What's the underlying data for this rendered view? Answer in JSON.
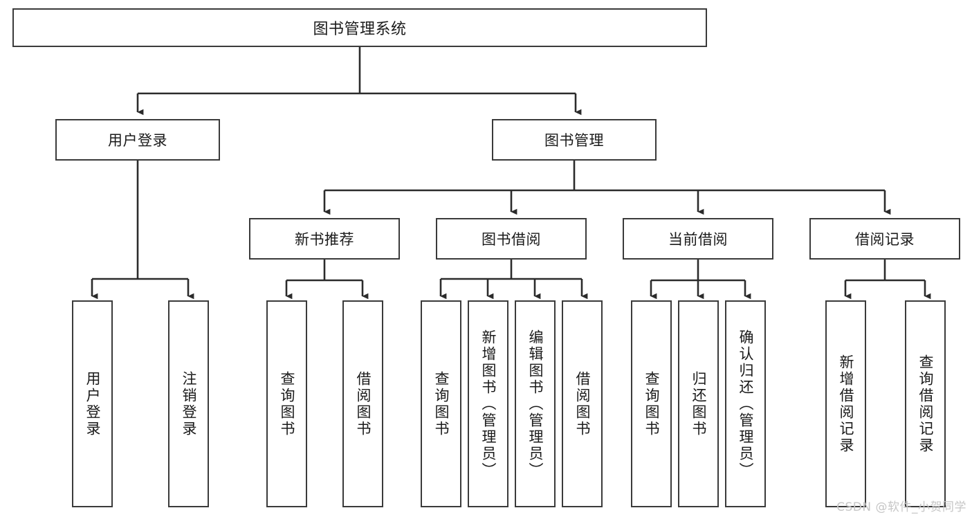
{
  "diagram": {
    "title": "图书管理系统",
    "type": "tree",
    "watermark": "CSDN @软件_小贺同学",
    "colors": {
      "box_border": "#3a3a3a",
      "box_fill": "#ffffff",
      "connector": "#2b2b2b",
      "text": "#1a1a1a",
      "watermark": "#c6c6c6"
    },
    "levels": {
      "level0": [
        {
          "id": "root",
          "label": "图书管理系统",
          "orientation": "horizontal"
        }
      ],
      "level1": [
        {
          "id": "user-login",
          "label": "用户登录",
          "orientation": "horizontal"
        },
        {
          "id": "book-manage",
          "label": "图书管理",
          "orientation": "horizontal"
        }
      ],
      "level2": [
        {
          "id": "new-book-rec",
          "label": "新书推荐",
          "orientation": "horizontal",
          "parent": "book-manage"
        },
        {
          "id": "book-borrow",
          "label": "图书借阅",
          "orientation": "horizontal",
          "parent": "book-manage"
        },
        {
          "id": "current-borrow",
          "label": "当前借阅",
          "orientation": "horizontal",
          "parent": "book-manage"
        },
        {
          "id": "borrow-record",
          "label": "借阅记录",
          "orientation": "horizontal",
          "parent": "book-manage"
        }
      ],
      "leaves": [
        {
          "id": "leaf-user-login",
          "label": "用户登录",
          "parent": "user-login"
        },
        {
          "id": "leaf-logout",
          "label": "注销登录",
          "parent": "user-login"
        },
        {
          "id": "leaf-query-book-1",
          "label": "查询图书",
          "parent": "new-book-rec"
        },
        {
          "id": "leaf-borrow-book-1",
          "label": "借阅图书",
          "parent": "new-book-rec"
        },
        {
          "id": "leaf-query-book-2",
          "label": "查询图书",
          "parent": "book-borrow"
        },
        {
          "id": "leaf-add-book",
          "label": "新增图书（管理员）",
          "parent": "book-borrow"
        },
        {
          "id": "leaf-edit-book",
          "label": "编辑图书（管理员）",
          "parent": "book-borrow"
        },
        {
          "id": "leaf-borrow-book-2",
          "label": "借阅图书",
          "parent": "book-borrow"
        },
        {
          "id": "leaf-query-book-3",
          "label": "查询图书",
          "parent": "current-borrow"
        },
        {
          "id": "leaf-return-book",
          "label": "归还图书",
          "parent": "current-borrow"
        },
        {
          "id": "leaf-confirm-return",
          "label": "确认归还（管理员）",
          "parent": "current-borrow"
        },
        {
          "id": "leaf-add-record",
          "label": "新增借阅记录",
          "parent": "borrow-record"
        },
        {
          "id": "leaf-query-record",
          "label": "查询借阅记录",
          "parent": "borrow-record"
        }
      ]
    }
  }
}
